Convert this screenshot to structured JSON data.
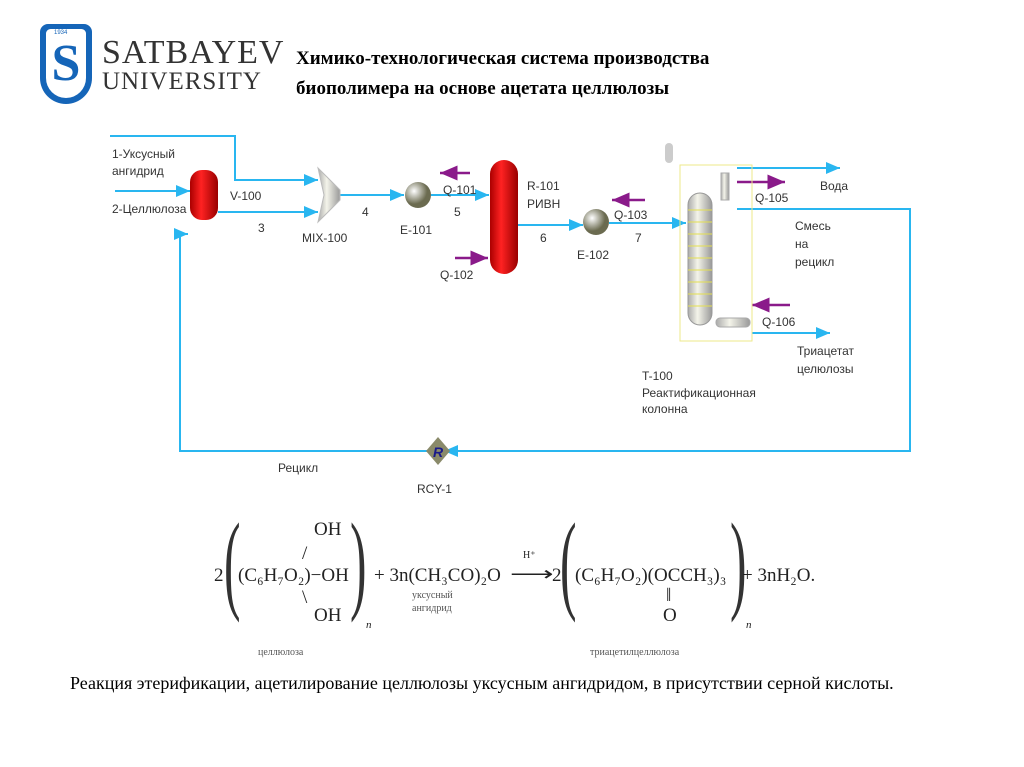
{
  "logo": {
    "year": "1934",
    "name_line1": "SATBAYEV",
    "name_line2": "UNIVERSITY"
  },
  "title": {
    "line1": "Химико-технологическая система производства",
    "line2": "биополимера на основе ацетата целлюлозы"
  },
  "diagram": {
    "feed1_line1": "1-Уксусный",
    "feed1_line2": "ангидрид",
    "feed2": "2-Целлюлоза",
    "v100": "V-100",
    "mix100": "MIX-100",
    "e101": "E-101",
    "q101": "Q-101",
    "q102": "Q-102",
    "r101_line1": "R-101",
    "r101_line2": "РИВН",
    "e102": "E-102",
    "q103": "Q-103",
    "q105": "Q-105",
    "q106": "Q-106",
    "s3": "3",
    "s4": "4",
    "s5": "5",
    "s6": "6",
    "s7": "7",
    "water": "Вода",
    "mix_recycle_line1": "Смесь",
    "mix_recycle_line2": "на",
    "mix_recycle_line3": "рецикл",
    "product_line1": "Триацетат",
    "product_line2": "целюлозы",
    "t100_line1": "T-100",
    "t100_line2": "Реактификационная",
    "t100_line3": "колонна",
    "recycle": "Рецикл",
    "rcy1": "RCY-1",
    "rcy_symbol": "R",
    "colors": {
      "stream": "#29b6f0",
      "energy": "#8a1a8a",
      "vessel": "#d01010"
    }
  },
  "equation": {
    "c1": "2",
    "lhs_formula": "(C₆H₇O₂)−OH",
    "oh_top": "OH",
    "oh_bottom": "OH",
    "bond_top": "/",
    "bond_bottom": "\\",
    "sub_n1": "n",
    "plus1": "+ 3n(CH₃CO)₂O",
    "catalyst": "H⁺",
    "arrow": "⟶",
    "c2": "2",
    "rhs_formula": "(C₆H₇O₂)(OCCH₃)₃",
    "double_bond": "‖",
    "oxygen": "O",
    "sub_n2": "n",
    "plus2": "+ 3nH₂O.",
    "label_anhydride_1": "уксусный",
    "label_anhydride_2": "ангидрид",
    "label_cellulose": "целлюлоза",
    "label_triacetate": "триацетилцеллюлоза"
  },
  "description": "Реакция этерификации, ацетилирование целлюлозы уксусным ангидридом, в присутствии серной кислоты."
}
